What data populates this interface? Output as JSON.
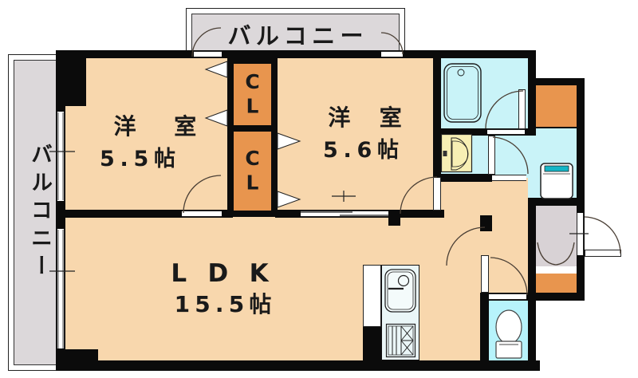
{
  "floorplan": {
    "balcony_top": {
      "label": "バルコニー"
    },
    "balcony_left": {
      "label": "バルコニー"
    },
    "room1": {
      "name": "洋室",
      "size": "5.5帖"
    },
    "room2": {
      "name": "洋室",
      "size": "5.6帖"
    },
    "ldk": {
      "name": "LDK",
      "size": "15.5帖"
    },
    "closet_upper": {
      "label": "CL"
    },
    "closet_lower": {
      "label": "CL"
    },
    "fixtures": [
      "bathtub",
      "washbasin",
      "washing-machine-space",
      "toilet",
      "kitchen-sink",
      "gas-stove",
      "shoe-cabinet",
      "storage",
      "entrance-door",
      "folding-closet-doors",
      "sliding-door",
      "windows"
    ],
    "colors": {
      "wall": "#0b0b0b",
      "floor_peach": "#f8d7ad",
      "closet_orange": "#e8954e",
      "wet_area_cyan": "#c9f3f8",
      "toilet_cyan": "#b7f3fb",
      "balcony_gray": "#dcd8da",
      "entrance_gray": "#d8d2d5",
      "kitchen_counter": "#eaf6f7",
      "basin_yellow": "#f7efb4",
      "washer_teal": "#14b5c6",
      "door_white": "#ffffff"
    }
  }
}
